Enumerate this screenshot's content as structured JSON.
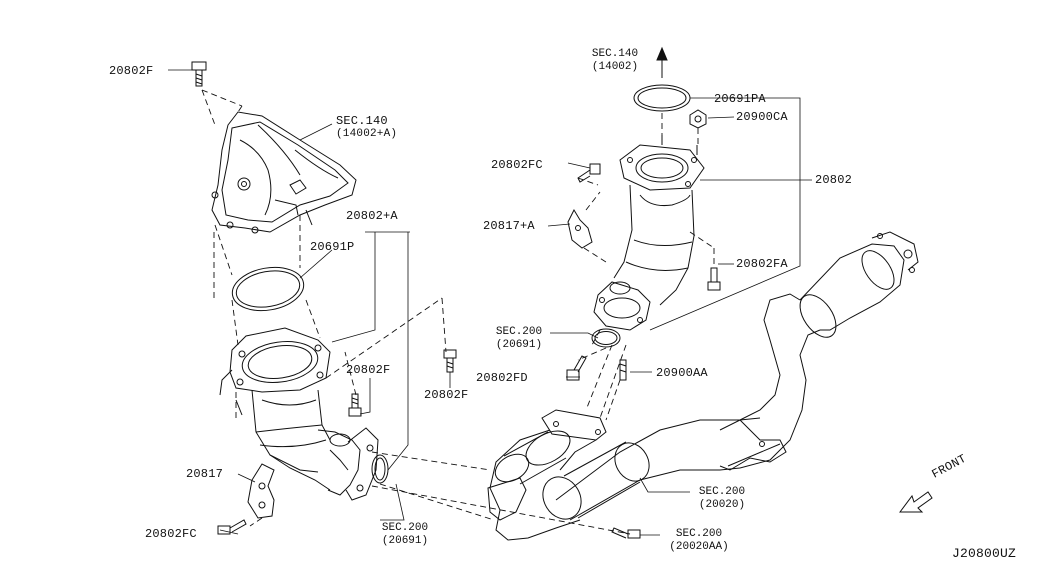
{
  "diagram_id": "J20800UZ",
  "direction_label": "FRONT",
  "callouts": {
    "c01": "20802F",
    "c02": "SEC.140",
    "c02b": "(14002+A)",
    "c03": "20802+A",
    "c04": "20691P",
    "c05": "20802F",
    "c06": "20802F",
    "c07": "20817",
    "c08": "20802FC",
    "c09": "SEC.200",
    "c09b": "(20691)",
    "c10": "SEC.140",
    "c10b": "(14002)",
    "c11": "20691PA",
    "c12": "20900CA",
    "c13": "20802FC",
    "c14": "20802",
    "c15": "20817+A",
    "c16": "20802FA",
    "c17": "SEC.200",
    "c17b": "(20691)",
    "c18": "20802FD",
    "c19": "20900AA",
    "c20": "SEC.200",
    "c20b": "(20020)",
    "c21": "SEC.200",
    "c21b": "(20020AA)"
  }
}
